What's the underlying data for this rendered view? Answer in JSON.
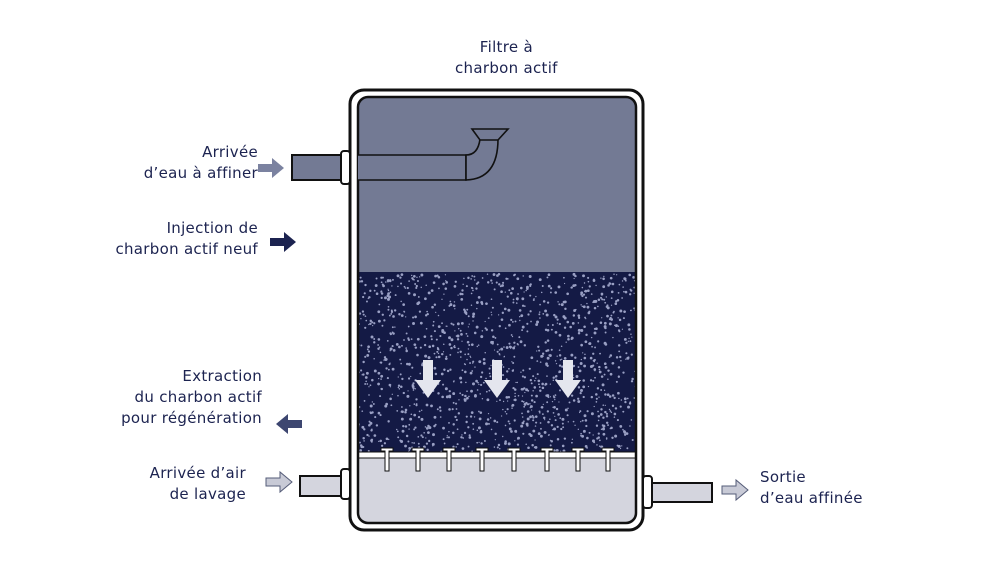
{
  "title": "Filtre à\ncharbon actif",
  "labels": {
    "inlet": "Arrivée\nd’eau à affiner",
    "injection": "Injection de\ncharbon actif neuf",
    "extraction": "Extraction\ndu charbon actif\npour régénération",
    "air": "Arrivée d’air\nde lavage",
    "outlet": "Sortie\nd’eau affinée"
  },
  "colors": {
    "water": "#737a94",
    "carbon": "#141a45",
    "bottom": "#d4d5de",
    "ink": "#1c2350"
  }
}
